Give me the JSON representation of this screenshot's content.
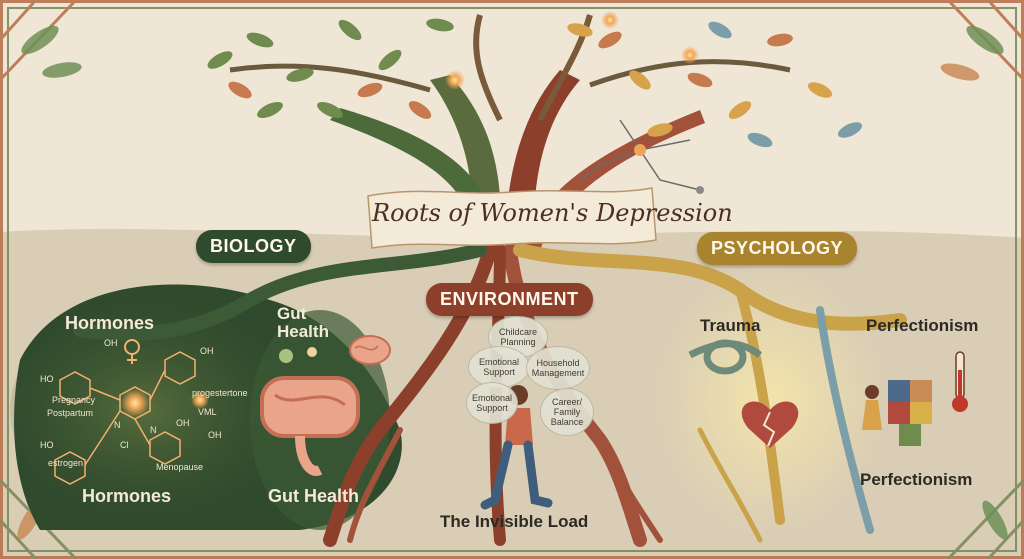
{
  "title": "Roots of Women's Depression",
  "sections": {
    "biology": {
      "label": "BIOLOGY",
      "hormones_top": "Hormones",
      "hormones_bottom": "Hormones",
      "gut_top": "Gut Health",
      "gut_bottom": "Gut Health",
      "molecule_labels": [
        "Pregnancy",
        "Postpartum",
        "progestertone",
        "VML",
        "estrogen",
        "Menopause"
      ],
      "molecule_marks": [
        "OH",
        "OH",
        "HO",
        "HO",
        "OH",
        "N",
        "N",
        "OH",
        "Cl"
      ]
    },
    "environment": {
      "label": "ENVIRONMENT",
      "caption": "The Invisible Load",
      "bubbles": [
        "Childcare Planning",
        "Emotional Support",
        "Household Management",
        "Emotional Support",
        "Career/ Family Balance"
      ]
    },
    "psychology": {
      "label": "PSYCHOLOGY",
      "trauma": "Trauma",
      "perfectionism_top": "Perfectionism",
      "perfectionism_bottom": "Perfectionism"
    }
  },
  "colors": {
    "biology": "#2f4a2c",
    "environment": "#8c3f2b",
    "psychology": "#a8842f",
    "background": "#efe6d6",
    "ground": "#d9cdb6"
  },
  "icons": [
    "leaf-icon",
    "neuron-icon",
    "brain-icon",
    "intestine-icon",
    "knot-icon",
    "broken-heart-icon",
    "puzzle-icon",
    "thermometer-icon",
    "walking-woman-icon",
    "female-symbol-icon"
  ]
}
